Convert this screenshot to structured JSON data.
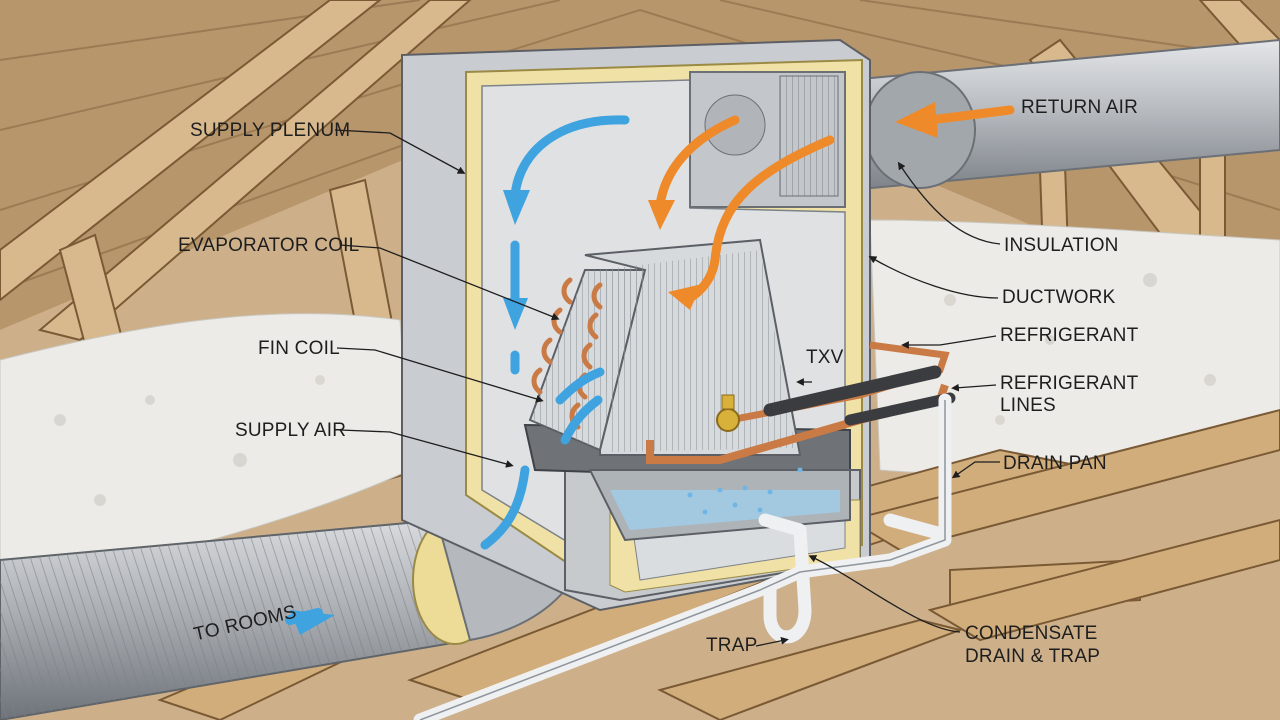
{
  "labels": {
    "supply_plenum": "SUPPLY PLENUM",
    "evaporator_coil": "EVAPORATOR COIL",
    "fin_coil": "FIN COIL",
    "supply_air": "SUPPLY AIR",
    "to_rooms": "TO ROOMS",
    "trap": "TRAP",
    "return_air": "RETURN AIR",
    "insulation": "INSULATION",
    "ductwork": "DUCTWORK",
    "refrigerant": "REFRIGERANT",
    "refrigerant_lines_1": "REFRIGERANT",
    "refrigerant_lines_2": "LINES",
    "txv": "TXV",
    "drain_pan": "DRAIN PAN",
    "condensate_1": "CONDENSATE",
    "condensate_2": "DRAIN & TRAP"
  },
  "colors": {
    "supply_arrow": "#3fa3e0",
    "return_arrow": "#ef8a2a",
    "insulation": "#f0e2a6",
    "copper": "#c97a45",
    "metal": "#c9ccd0"
  }
}
